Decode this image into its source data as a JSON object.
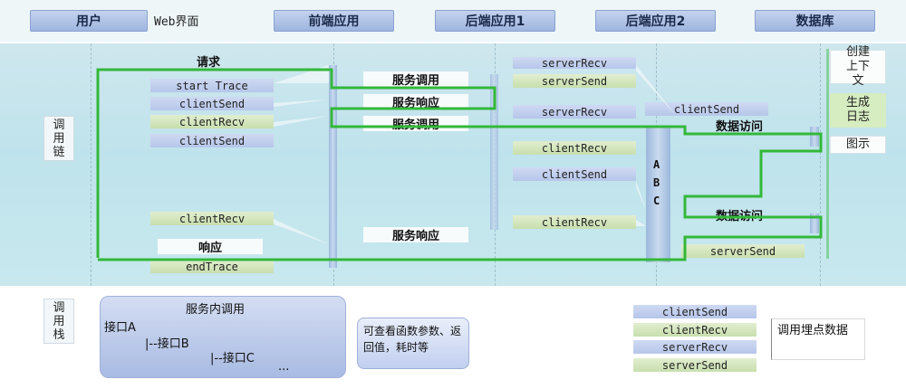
{
  "columns": {
    "user": "用户",
    "web": "Web界面",
    "frontend": "前端应用",
    "backend1": "后端应用1",
    "backend2": "后端应用2",
    "database": "数据库"
  },
  "side_labels": {
    "call_chain": "调用链",
    "call_stack": "调用栈"
  },
  "frontend": {
    "request": "请求",
    "response": "响应",
    "start_trace": "start Trace",
    "client_send_1": "clientSend",
    "client_recv_1": "clientRecv",
    "client_send_2": "clientSend",
    "client_recv_2": "clientRecv",
    "end_trace": "endTrace"
  },
  "between": {
    "service_call_1": "服务调用",
    "service_resp_1": "服务响应",
    "service_call_2": "服务调用",
    "service_resp_2": "服务响应"
  },
  "backend1": {
    "server_recv_1": "serverRecv",
    "server_send_1": "serverSend",
    "server_recv_2": "serverRecv",
    "client_recv_1": "clientRecv",
    "client_send": "clientSend",
    "client_recv_2": "clientRecv"
  },
  "backend2": {
    "client_send": "clientSend",
    "data_access_1": "数据访问",
    "data_access_2": "数据访问",
    "abc": [
      "A",
      "B",
      "C"
    ],
    "server_send": "serverSend"
  },
  "right_panel": {
    "create_context": "创建上下文",
    "gen_log": "生成日志",
    "diagram": "图示"
  },
  "stack": {
    "title": "服务内调用",
    "line1": "接口A",
    "line2": "|--接口B",
    "line3": "|--接口C",
    "more": "...",
    "note": "可查看函数参数、返回值，耗时等"
  },
  "legend": {
    "items": [
      "clientSend",
      "clientRecv",
      "serverRecv",
      "serverSend"
    ],
    "label": "调用埋点数据"
  },
  "colors": {
    "trace_path": "#33b83a",
    "pill_blue": "#b6c6ea",
    "pill_green": "#c8dfae"
  }
}
